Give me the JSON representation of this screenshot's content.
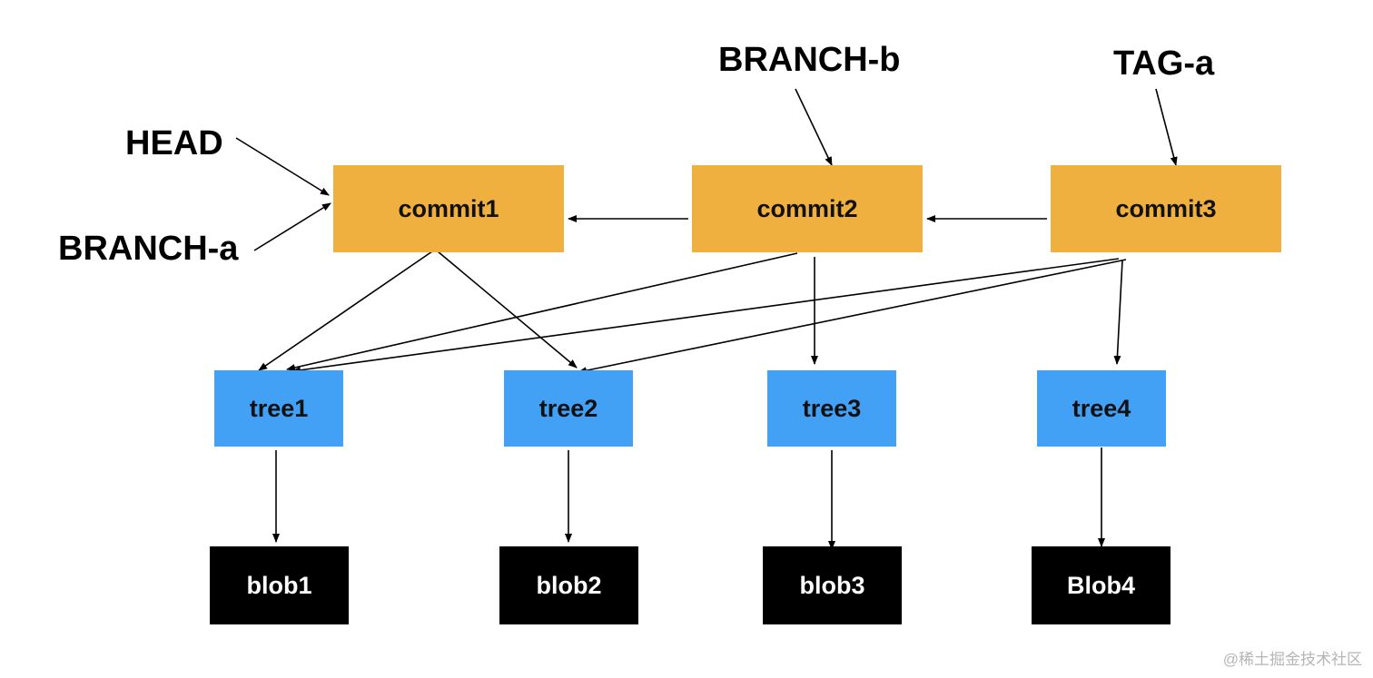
{
  "colors": {
    "commit": "#f0b040",
    "tree": "#42a0f5",
    "blob": "#000000",
    "arrow": "#000000"
  },
  "refs": {
    "head": "HEAD",
    "branch_a": "BRANCH-a",
    "branch_b": "BRANCH-b",
    "tag_a": "TAG-a"
  },
  "commits": [
    "commit1",
    "commit2",
    "commit3"
  ],
  "trees": [
    "tree1",
    "tree2",
    "tree3",
    "tree4"
  ],
  "blobs": [
    "blob1",
    "blob2",
    "blob3",
    "Blob4"
  ],
  "edges": [
    {
      "from": "HEAD",
      "to": "commit1"
    },
    {
      "from": "BRANCH-a",
      "to": "commit1"
    },
    {
      "from": "BRANCH-b",
      "to": "commit2"
    },
    {
      "from": "TAG-a",
      "to": "commit3"
    },
    {
      "from": "commit2",
      "to": "commit1"
    },
    {
      "from": "commit3",
      "to": "commit2"
    },
    {
      "from": "commit1",
      "to": "tree1"
    },
    {
      "from": "commit1",
      "to": "tree2"
    },
    {
      "from": "commit2",
      "to": "tree1"
    },
    {
      "from": "commit2",
      "to": "tree3"
    },
    {
      "from": "commit3",
      "to": "tree1"
    },
    {
      "from": "commit3",
      "to": "tree2"
    },
    {
      "from": "commit3",
      "to": "tree4"
    },
    {
      "from": "tree1",
      "to": "blob1"
    },
    {
      "from": "tree2",
      "to": "blob2"
    },
    {
      "from": "tree3",
      "to": "blob3"
    },
    {
      "from": "tree4",
      "to": "Blob4"
    }
  ],
  "watermark": "@稀土掘金技术社区"
}
